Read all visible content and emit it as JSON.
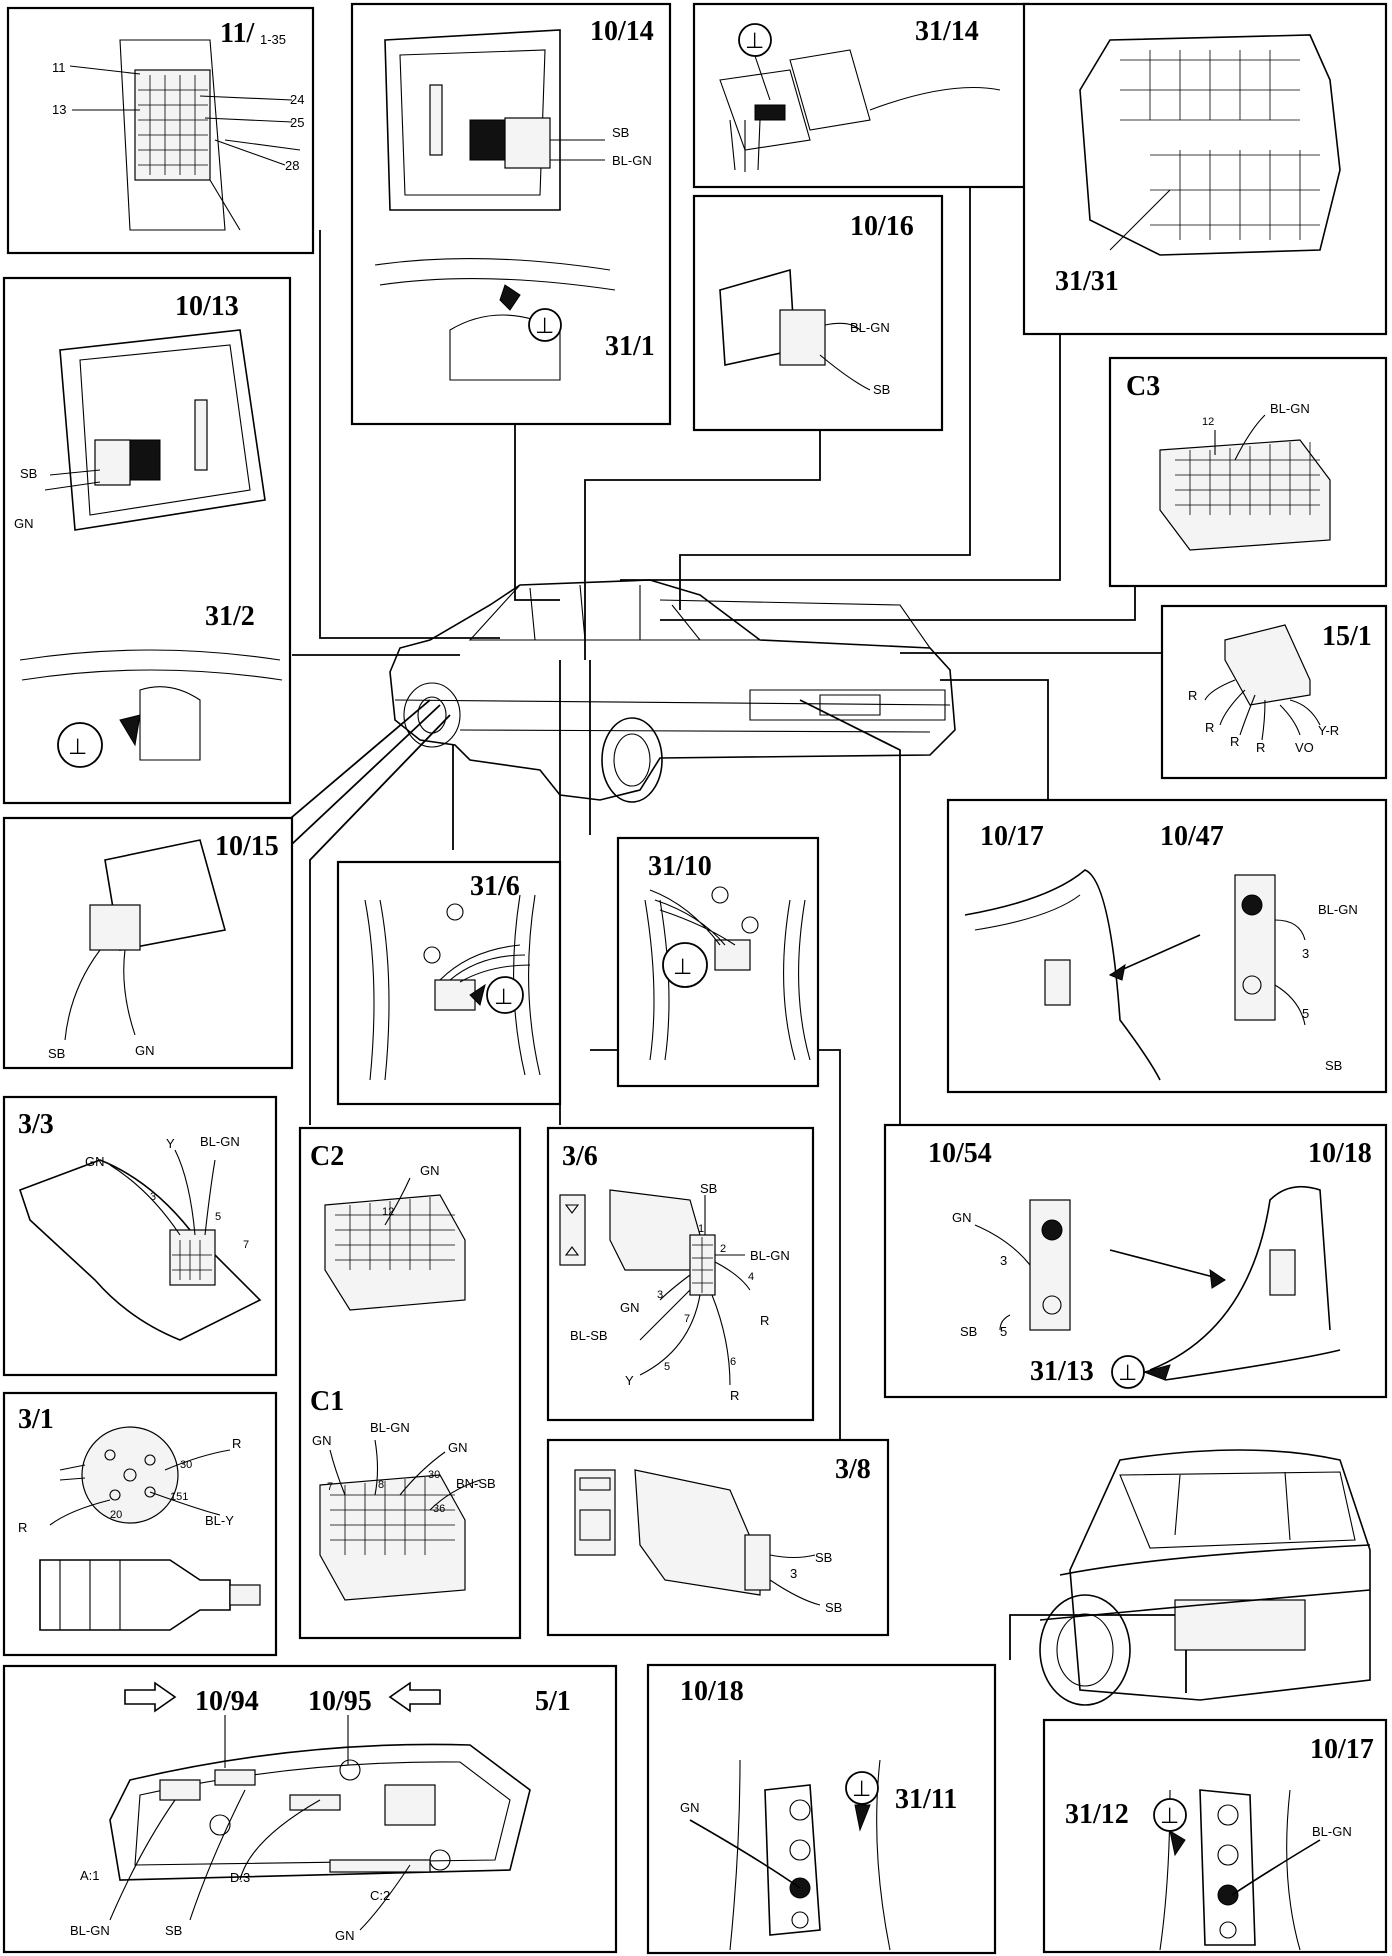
{
  "panels": {
    "p11": {
      "title": "11/",
      "subtitle": "1-35",
      "labels": [
        "11",
        "13",
        "24",
        "25",
        "28"
      ]
    },
    "p10_14": {
      "title": "10/14",
      "title2": "31/1",
      "labels": [
        "SB",
        "BL-GN"
      ]
    },
    "p31_14": {
      "title": "31/14"
    },
    "p31_31": {
      "title": "31/31"
    },
    "p10_16": {
      "title": "10/16",
      "labels": [
        "BL-GN",
        "SB"
      ]
    },
    "p10_13": {
      "title": "10/13",
      "title2": "31/2",
      "labels": [
        "SB",
        "GN"
      ]
    },
    "pC3": {
      "title": "C3",
      "labels": [
        "12",
        "BL-GN"
      ]
    },
    "p15_1": {
      "title": "15/1",
      "labels": [
        "R",
        "R",
        "R",
        "R",
        "Y-R",
        "VO"
      ]
    },
    "p10_15": {
      "title": "10/15",
      "labels": [
        "SB",
        "GN"
      ]
    },
    "p31_6": {
      "title": "31/6"
    },
    "p31_10": {
      "title": "31/10"
    },
    "p10_17a": {
      "title": "10/17",
      "title2": "10/47",
      "labels": [
        "BL-GN",
        "3",
        "5",
        "SB"
      ]
    },
    "p3_3": {
      "title": "3/3",
      "labels": [
        "GN",
        "Y",
        "BL-GN",
        "3",
        "5",
        "7"
      ]
    },
    "pC2C1": {
      "title": "C2",
      "title2": "C1",
      "c2labels": [
        "GN",
        "12"
      ],
      "c1labels": [
        "GN",
        "BL-GN",
        "GN",
        "7",
        "8",
        "30",
        "BN-SB",
        "36"
      ]
    },
    "p3_6": {
      "title": "3/6",
      "labels": [
        "SB",
        "1",
        "2",
        "BL-GN",
        "4",
        "GN",
        "3",
        "R",
        "BL-SB",
        "7",
        "5",
        "Y",
        "6",
        "R"
      ]
    },
    "p10_54": {
      "title": "10/54",
      "title2": "10/18",
      "title3": "31/13",
      "labels": [
        "GN",
        "3",
        "SB",
        "5"
      ]
    },
    "p3_1": {
      "title": "3/1",
      "labels": [
        "30",
        "R",
        "R",
        "151",
        "20",
        "BL-Y"
      ]
    },
    "p3_8": {
      "title": "3/8",
      "labels": [
        "SB",
        "3",
        "SB"
      ]
    },
    "p5_1": {
      "title": "5/1",
      "title2": "10/94",
      "title3": "10/95",
      "labels": [
        "A:1",
        "D:3",
        "C:2",
        "BL-GN",
        "SB",
        "GN"
      ]
    },
    "p10_18b": {
      "title": "10/18",
      "title2": "31/11",
      "labels": [
        "GN"
      ]
    },
    "p10_17b": {
      "title": "10/17",
      "title2": "31/12",
      "labels": [
        "BL-GN"
      ]
    }
  },
  "ground_symbol": "⊥"
}
